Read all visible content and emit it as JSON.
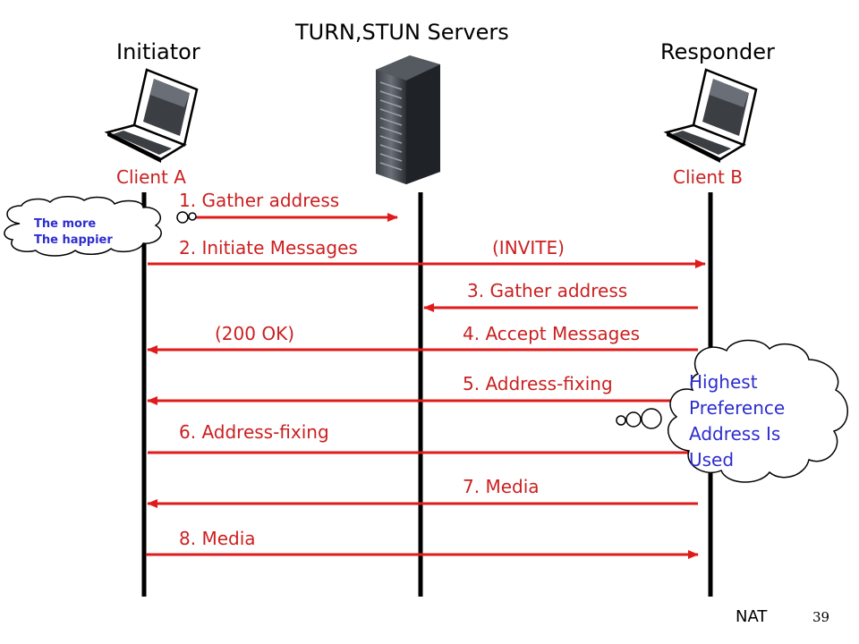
{
  "title": "TURN,STUN Servers",
  "initiator": {
    "role": "Initiator",
    "client": "Client A"
  },
  "responder": {
    "role": "Responder",
    "client": "Client B"
  },
  "messages": [
    {
      "label": "1. Gather address"
    },
    {
      "label": "2. Initiate Messages",
      "tag": "(INVITE)"
    },
    {
      "label": "3. Gather address"
    },
    {
      "label": "4. Accept Messages",
      "tag": "(200 OK)"
    },
    {
      "label": "5. Address-fixing"
    },
    {
      "label": "6. Address-fixing"
    },
    {
      "label": "7. Media"
    },
    {
      "label": "8. Media"
    }
  ],
  "clouds": {
    "small": {
      "line1": "The more",
      "line2": "The happier"
    },
    "big": {
      "text": "Highest Preference Address Is Used"
    }
  },
  "footer": {
    "section": "NAT",
    "page": "39"
  },
  "colors": {
    "arrow": "#e01b1b",
    "label": "#cc1f1f",
    "cloud_text": "#2d2dd0"
  },
  "icons": {
    "client_a": "laptop-icon",
    "server": "server-rack-icon",
    "client_b": "laptop-icon"
  }
}
